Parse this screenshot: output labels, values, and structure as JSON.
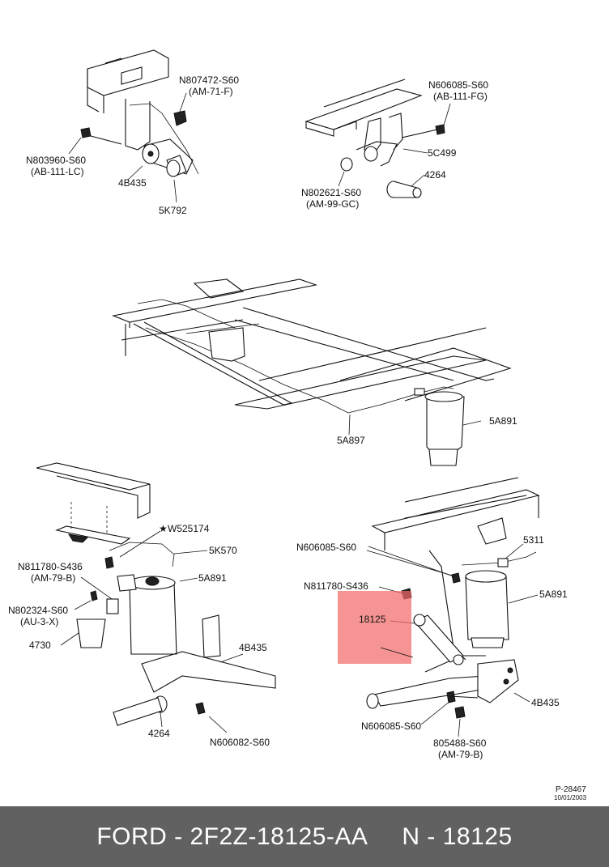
{
  "labels": {
    "tl_fastener_top": "N807472-S60",
    "tl_fastener_top_spec": "(AM-71-F)",
    "tl_bolt": "N803960-S60",
    "tl_bolt_spec": "(AB-111-LC)",
    "tl_arm": "4B435",
    "tl_bushing": "5K792",
    "tr_bolt": "N606085-S60",
    "tr_bolt_spec": "(AB-111-FG)",
    "tr_bracket": "5C499",
    "tr_nut": "N802621-S60",
    "tr_nut_spec": "(AM-99-GC)",
    "tr_bushing": "4264",
    "mid_bag": "5A891",
    "mid_line": "5A897",
    "bl_screw": "W525174",
    "bl_star": "★",
    "bl_line": "5K570",
    "bl_clip": "N811780-S436",
    "bl_clip_spec": "(AM-79-B)",
    "bl_bag": "5A891",
    "bl_nut": "N802324-S60",
    "bl_nut_spec": "(AU-3-X)",
    "bl_sensor": "4730",
    "bl_arm": "4B435",
    "bl_bushing": "4264",
    "bl_bolt": "N606082-S60",
    "br_bolt_top": "N606085-S60",
    "br_clip": "N811780-S436",
    "br_shock": "18125",
    "br_sensor": "5311",
    "br_bag": "5A891",
    "br_arm": "4B435",
    "br_bolt_bottom": "N606085-S60",
    "br_nut": "805488-S60",
    "br_nut_spec": "(AM-79-B)"
  },
  "stamp": {
    "ref": "P-28467",
    "date": "10/01/2003"
  },
  "footer": {
    "part_number": "FORD - 2F2Z-18125-AA",
    "ref": "N - 18125"
  },
  "highlight": {
    "part": "18125",
    "color": "#f26b6b"
  }
}
